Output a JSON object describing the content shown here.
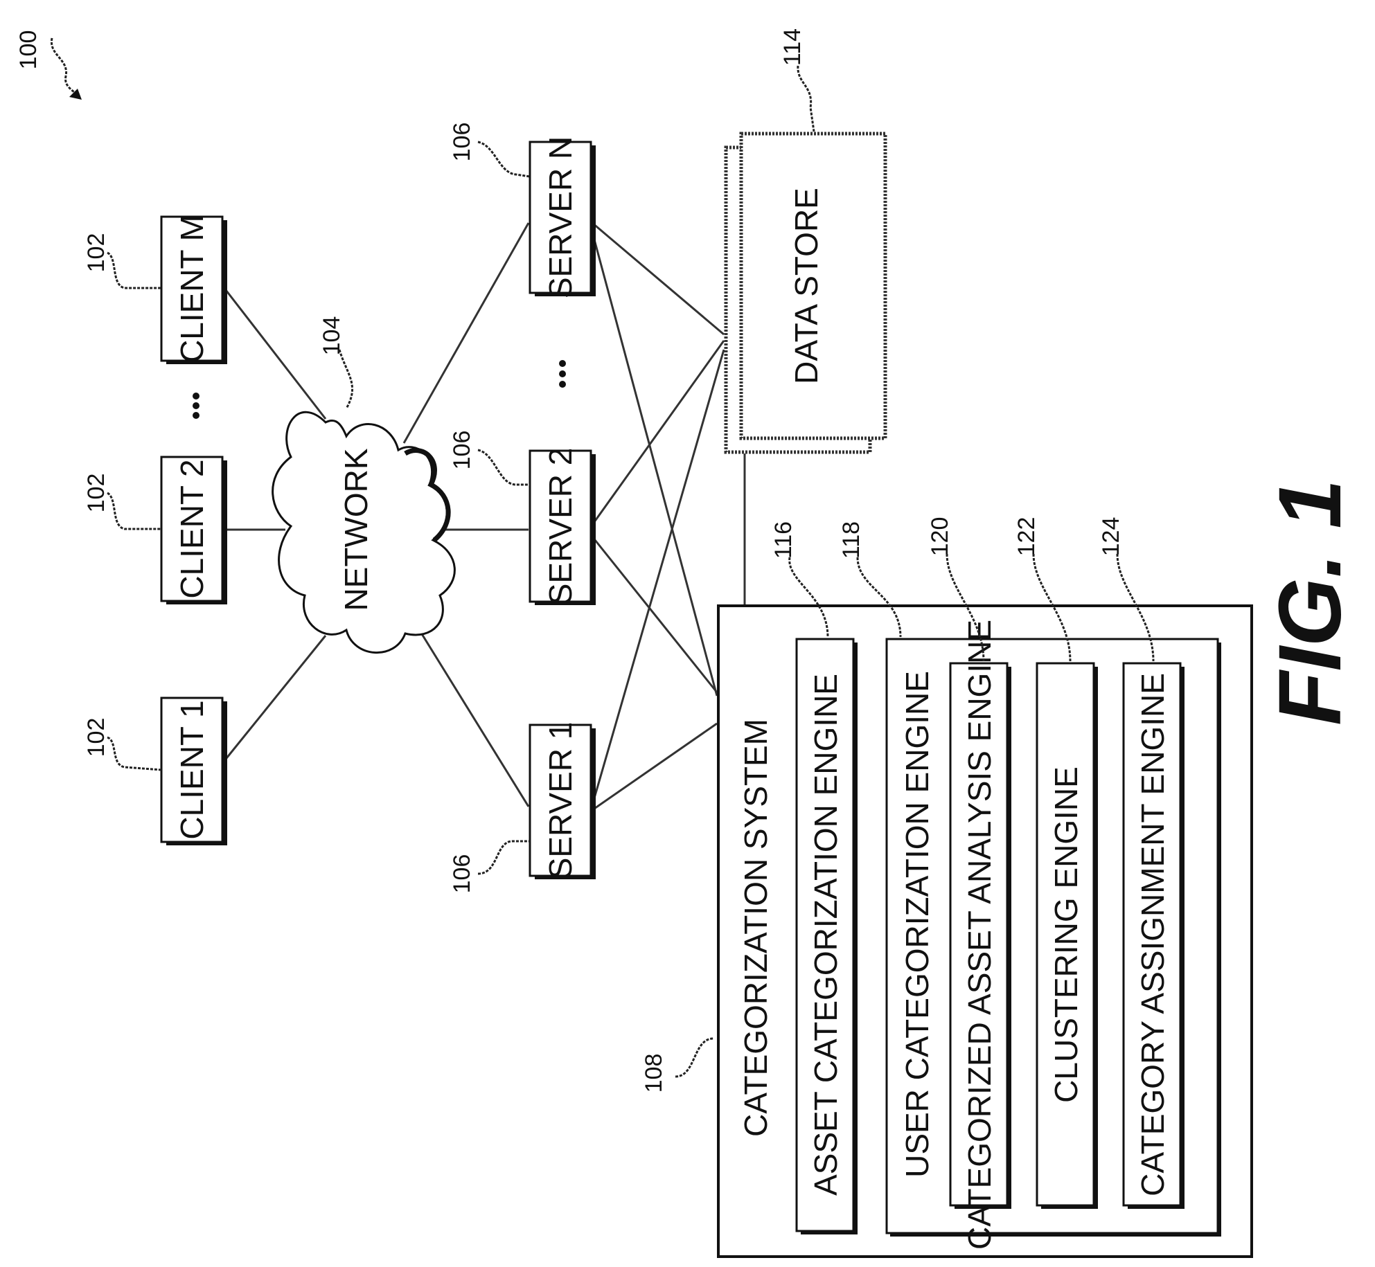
{
  "figure": {
    "fig_number": "100",
    "caption": "FIG. 1",
    "network": {
      "label": "NETWORK",
      "ref": "104"
    },
    "clients": [
      {
        "label": "CLIENT 1",
        "ref": "102"
      },
      {
        "label": "CLIENT 2",
        "ref": "102"
      },
      {
        "label": "CLIENT M",
        "ref": "102"
      }
    ],
    "servers": [
      {
        "label": "SERVER 1",
        "ref": "106"
      },
      {
        "label": "SERVER 2",
        "ref": "106"
      },
      {
        "label": "SERVER N",
        "ref": "106"
      }
    ],
    "data_store": {
      "label": "DATA STORE",
      "ref": "114"
    },
    "categorization_system": {
      "label": "CATEGORIZATION SYSTEM",
      "ref": "108",
      "asset_engine": {
        "label": "ASSET CATEGORIZATION ENGINE",
        "ref": "116"
      },
      "user_engine": {
        "label": "USER CATEGORIZATION ENGINE",
        "ref": "118",
        "sub_engines": [
          {
            "label": "CATEGORIZED ASSET ANALYSIS ENGINE",
            "ref": "120"
          },
          {
            "label": "CLUSTERING ENGINE",
            "ref": "122"
          },
          {
            "label": "CATEGORY ASSIGNMENT ENGINE",
            "ref": "124"
          }
        ]
      }
    }
  }
}
